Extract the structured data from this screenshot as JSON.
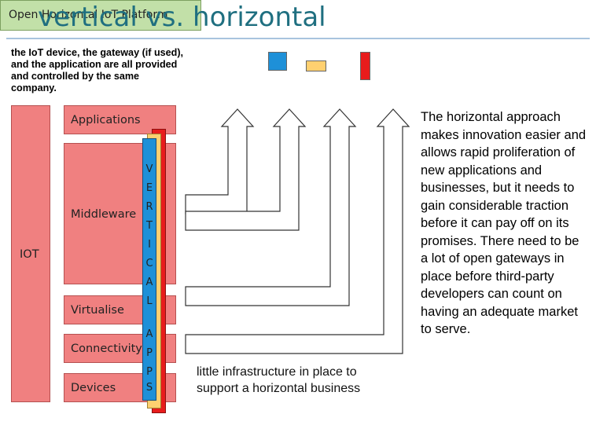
{
  "title": "vertical vs. horizontal",
  "description": {
    "bold_part": "the IoT device, the gateway",
    "rest": " (if used), and the application are all provided and controlled by the same company."
  },
  "iot_label": "IOT",
  "layers": [
    {
      "name": "layer-applications",
      "label": "Applications"
    },
    {
      "name": "layer-middleware",
      "label": "Middleware"
    },
    {
      "name": "layer-virtualise",
      "label": "Virtualise"
    },
    {
      "name": "layer-connectivity",
      "label": "Connectivity"
    },
    {
      "name": "layer-devices",
      "label": "Devices"
    }
  ],
  "vertical_apps_letters": [
    "V",
    "E",
    "R",
    "T",
    "I",
    "C",
    "A",
    "L",
    "",
    "A",
    "P",
    "P",
    "S"
  ],
  "platform_label": "Open Horizontal IoT Platform",
  "colors": {
    "layer_fill": "#f08080",
    "platform_fill": "#c2e0a8",
    "vertical_apps": "#1e90d8",
    "app_yellow": "#ffd070",
    "app_red": "#e81c1c",
    "title": "#1f6f80"
  },
  "horizontal_text": "The horizontal approach makes innovation easier and allows rapid proliferation of new applications and businesses, but it needs to gain considerable traction before it can pay off on its promises. There need to be a lot of open gateways in place before third-party developers can count on having an adequate market to serve.",
  "infrastructure_text": "little infrastructure in place to support a horizontal business"
}
